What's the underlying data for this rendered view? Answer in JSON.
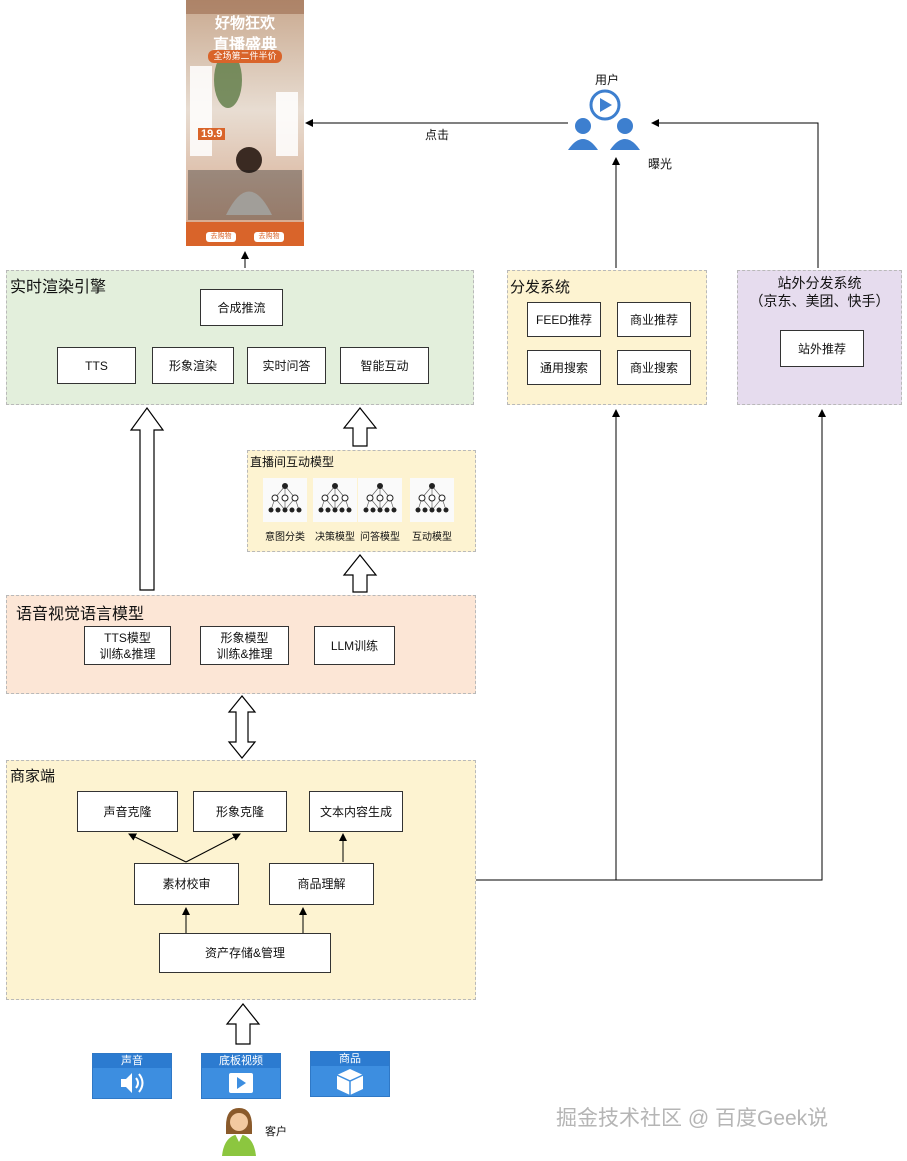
{
  "preview": {
    "banner_line1": "好物狂欢",
    "banner_line2": "直播盛典",
    "banner_line3": "全场第二件半价",
    "price": "19.9",
    "buttons": [
      "去购物",
      "去购物"
    ]
  },
  "users": {
    "label": "用户",
    "click": "点击",
    "exposure": "曝光"
  },
  "render_engine": {
    "title": "实时渲染引擎",
    "top_box": "合成推流",
    "boxes": [
      "TTS",
      "形象渲染",
      "实时问答",
      "智能互动"
    ]
  },
  "distribution": {
    "title": "分发系统",
    "boxes": [
      "FEED推荐",
      "商业推荐",
      "通用搜索",
      "商业搜索"
    ]
  },
  "offsite": {
    "title_line1": "站外分发系统",
    "title_line2": "（京东、美团、快手）",
    "box": "站外推荐"
  },
  "live_models": {
    "title": "直播间互动模型",
    "items": [
      "意图分类",
      "决策模型",
      "问答模型",
      "互动模型"
    ]
  },
  "vlm": {
    "title": "语音视觉语言模型",
    "boxes": [
      "TTS模型\n训练&推理",
      "形象模型\n训练&推理",
      "LLM训练"
    ]
  },
  "merchant": {
    "title": "商家端",
    "top_boxes": [
      "声音克隆",
      "形象克隆",
      "文本内容生成"
    ],
    "mid_boxes": [
      "素材校审",
      "商品理解"
    ],
    "bottom_box": "资产存储&管理"
  },
  "inputs": {
    "tiles": [
      "声音",
      "底板视频",
      "商品"
    ],
    "customer": "客户"
  },
  "watermark": "掘金技术社区 @ 百度Geek说",
  "colors": {
    "render_bg": "#e3efdc",
    "distribution_bg": "#fdf3d1",
    "offsite_bg": "#e6dcee",
    "live_models_bg": "#fdf3d1",
    "vlm_bg": "#fce6d6",
    "merchant_bg": "#fdf3d1",
    "icon_blue": "#3d8ee0"
  }
}
